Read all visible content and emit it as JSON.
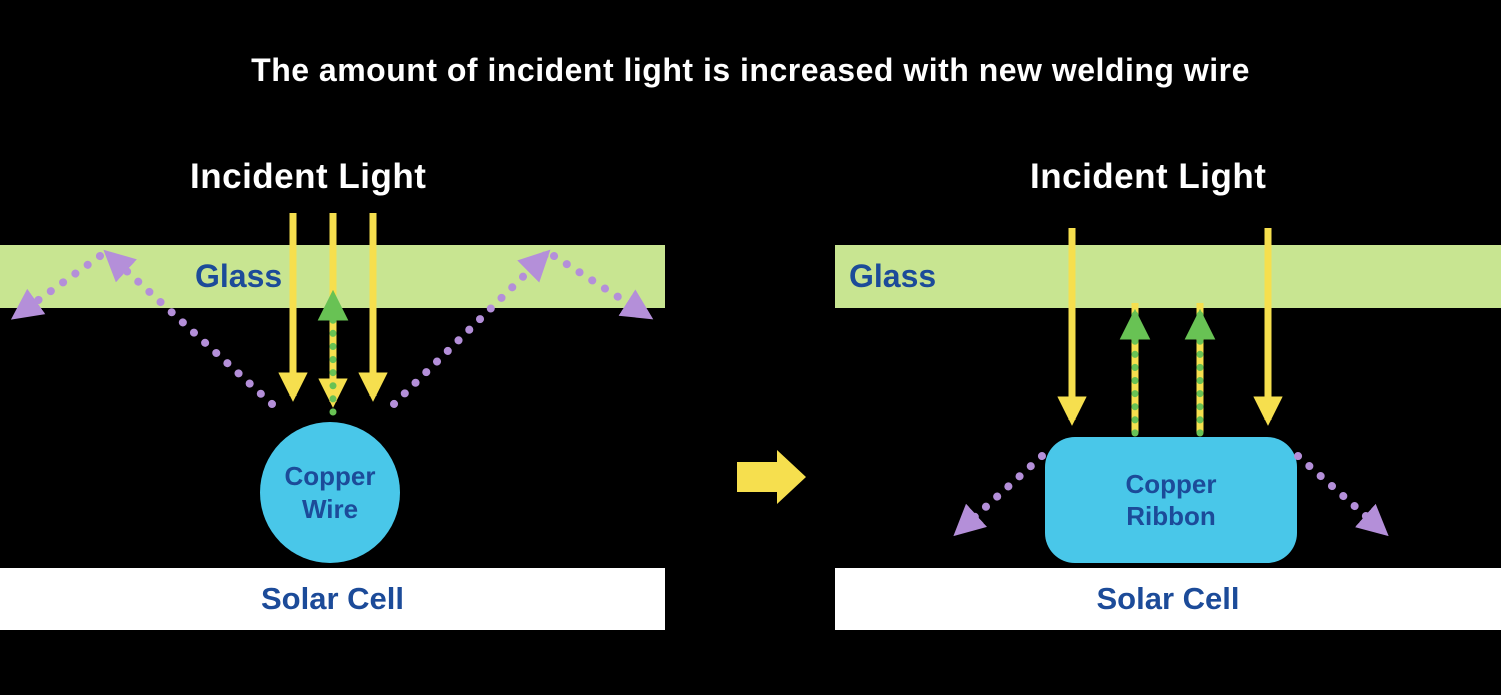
{
  "title": "The amount of incident light is increased with new welding wire",
  "left_panel": {
    "incident_light_label": "Incident Light",
    "glass_label": "Glass",
    "component_label": [
      "Copper",
      "Wire"
    ],
    "solar_cell_label": "Solar Cell"
  },
  "right_panel": {
    "incident_light_label": "Incident Light",
    "glass_label": "Glass",
    "component_label": [
      "Copper",
      "Ribbon"
    ],
    "solar_cell_label": "Solar Cell"
  },
  "colors": {
    "background": "#000000",
    "title_text": "#ffffff",
    "glass_band": "#c8e591",
    "label_blue": "#1c4b99",
    "incident_ray_yellow": "#f6df4e",
    "reflected_ray_green": "#68c254",
    "scattered_ray_purple": "#b48fd9",
    "copper_component_cyan": "#49c7e9",
    "solar_cell_white": "#ffffff"
  }
}
